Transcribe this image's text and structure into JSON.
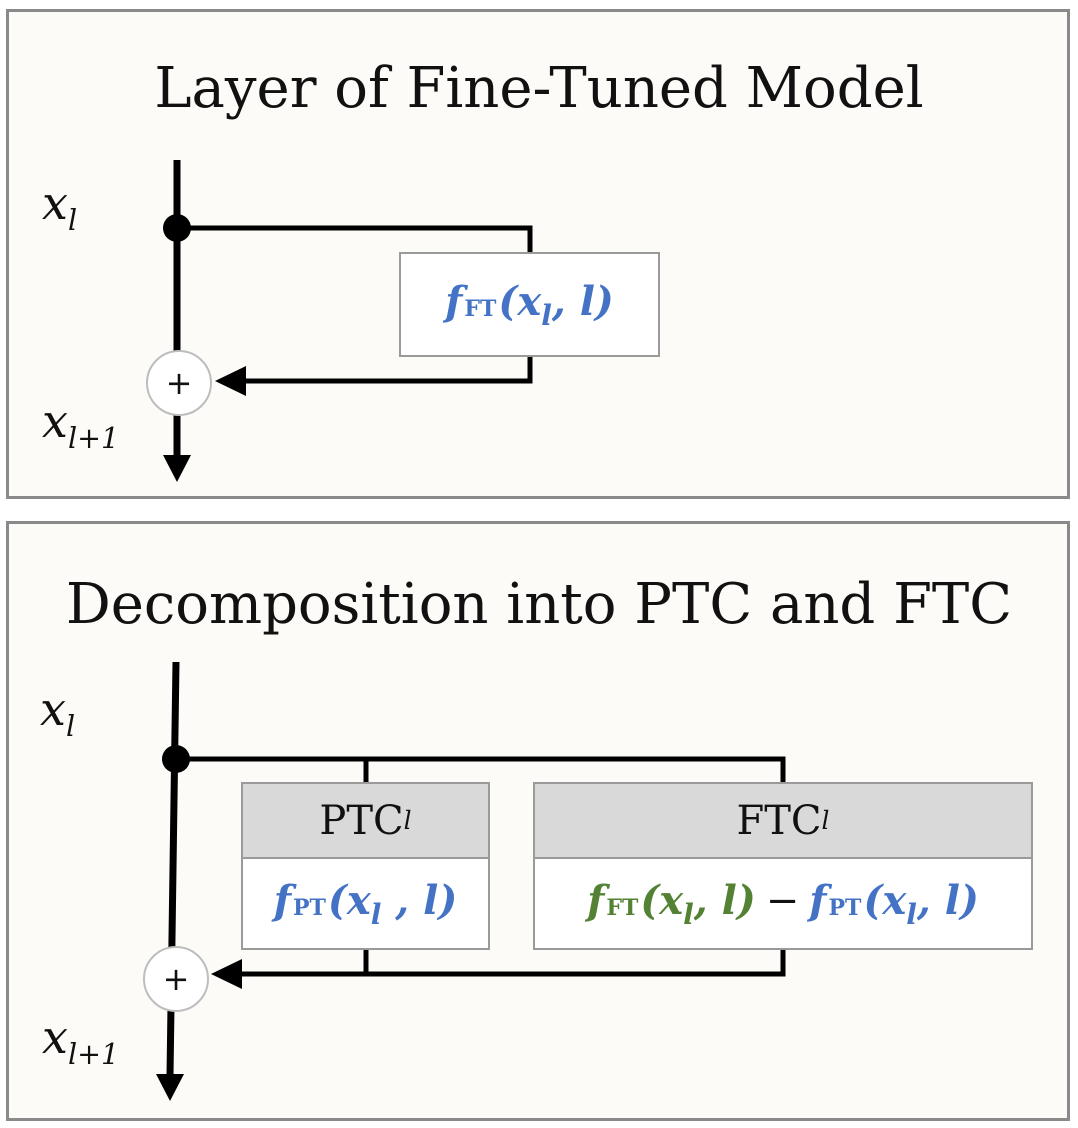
{
  "colors": {
    "blue": "#4472c4",
    "green": "#548235",
    "wire": "#000000"
  },
  "panel_top": {
    "title": "Layer of Fine-Tuned Model",
    "input": {
      "base": "x",
      "sub": "l"
    },
    "output": {
      "base": "x",
      "sub": "l+1"
    },
    "plus_symbol": "+",
    "box": {
      "func": "f",
      "func_sub": "FT",
      "arg_x": "x",
      "arg_sub": "l",
      "arg_l": "l"
    }
  },
  "panel_bottom": {
    "title": "Decomposition into PTC and FTC",
    "input": {
      "base": "x",
      "sub": "l"
    },
    "output": {
      "base": "x",
      "sub": "l+1"
    },
    "plus_symbol": "+",
    "ptc": {
      "head": "PTC",
      "head_sub": "l",
      "func": "f",
      "func_sub": "PT",
      "arg_x": "x",
      "arg_sub": "l",
      "arg_l": "l"
    },
    "ftc": {
      "head": "FTC",
      "head_sub": "l",
      "func1": "f",
      "func1_sub": "FT",
      "arg1_x": "x",
      "arg1_sub": "l",
      "arg1_l": "l",
      "minus": "−",
      "func2": "f",
      "func2_sub": "PT",
      "arg2_x": "x",
      "arg2_sub": "l",
      "arg2_l": "l"
    }
  }
}
